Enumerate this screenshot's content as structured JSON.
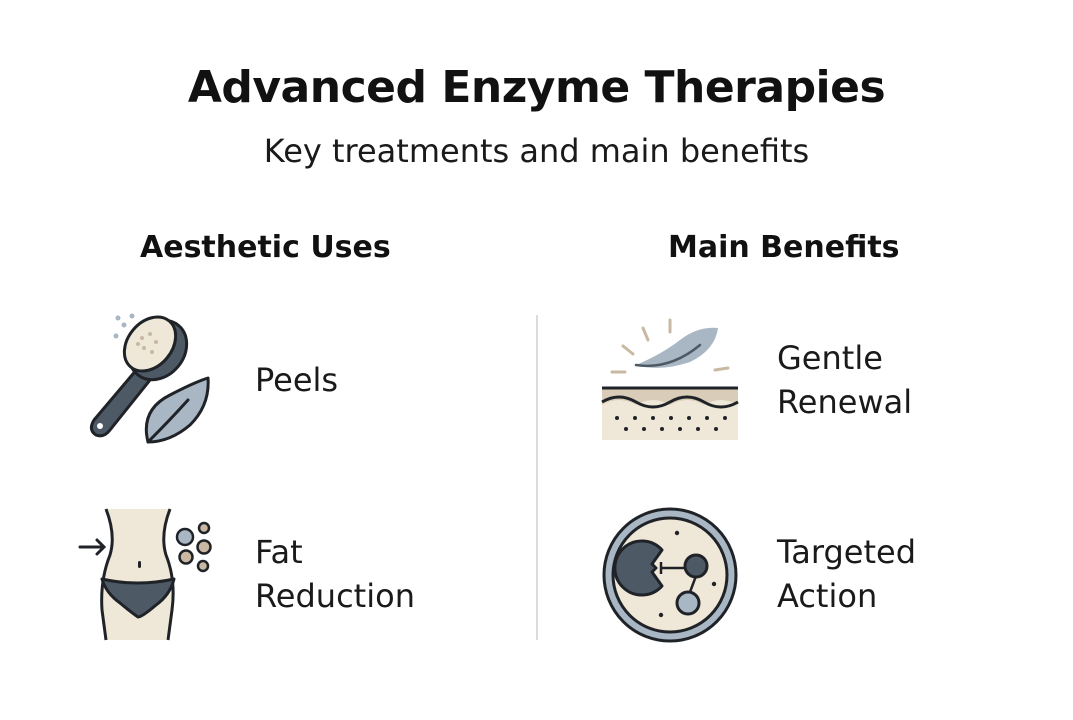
{
  "header": {
    "title": "Advanced Enzyme Therapies",
    "subtitle": "Key treatments and main benefits"
  },
  "columns": [
    {
      "heading": "Aesthetic Uses",
      "items": [
        {
          "label_line1": "Peels",
          "label_line2": "",
          "icon": "brush-leaf-icon"
        },
        {
          "label_line1": "Fat",
          "label_line2": "Reduction",
          "icon": "waist-fat-cells-icon"
        }
      ]
    },
    {
      "heading": "Main Benefits",
      "items": [
        {
          "label_line1": "Gentle",
          "label_line2": "Renewal",
          "icon": "feather-skin-layers-icon"
        },
        {
          "label_line1": "Targeted",
          "label_line2": "Action",
          "icon": "enzyme-molecule-icon"
        }
      ]
    }
  ],
  "colors": {
    "outline": "#1f2328",
    "slate_dark": "#4e5966",
    "slate_light": "#a9b7c4",
    "beige": "#efe7d8",
    "tan": "#c9b9a3",
    "divider": "#dcdcdc"
  }
}
